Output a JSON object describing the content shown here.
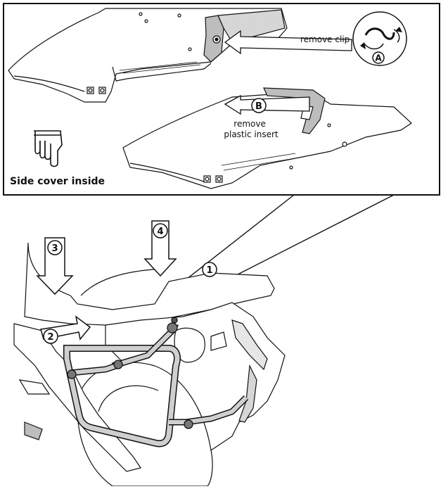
{
  "inset": {
    "callout_remove_clip": "remove clip",
    "callout_remove_insert": "remove plastic insert",
    "side_cover_caption": "Side cover inside",
    "marker_a": "A",
    "marker_b": "B"
  },
  "steps": [
    {
      "number": "1"
    },
    {
      "number": "2"
    },
    {
      "number": "3"
    },
    {
      "number": "4"
    }
  ],
  "colors": {
    "line": "#111111",
    "part_fill": "#ffffff",
    "shade": "#bdbdbd",
    "arrow_fill": "#ffffff"
  },
  "icons": [
    "hand-pointing-down-icon",
    "rotate-clip-icon",
    "arrow-right-icon",
    "arrow-down-icon"
  ]
}
